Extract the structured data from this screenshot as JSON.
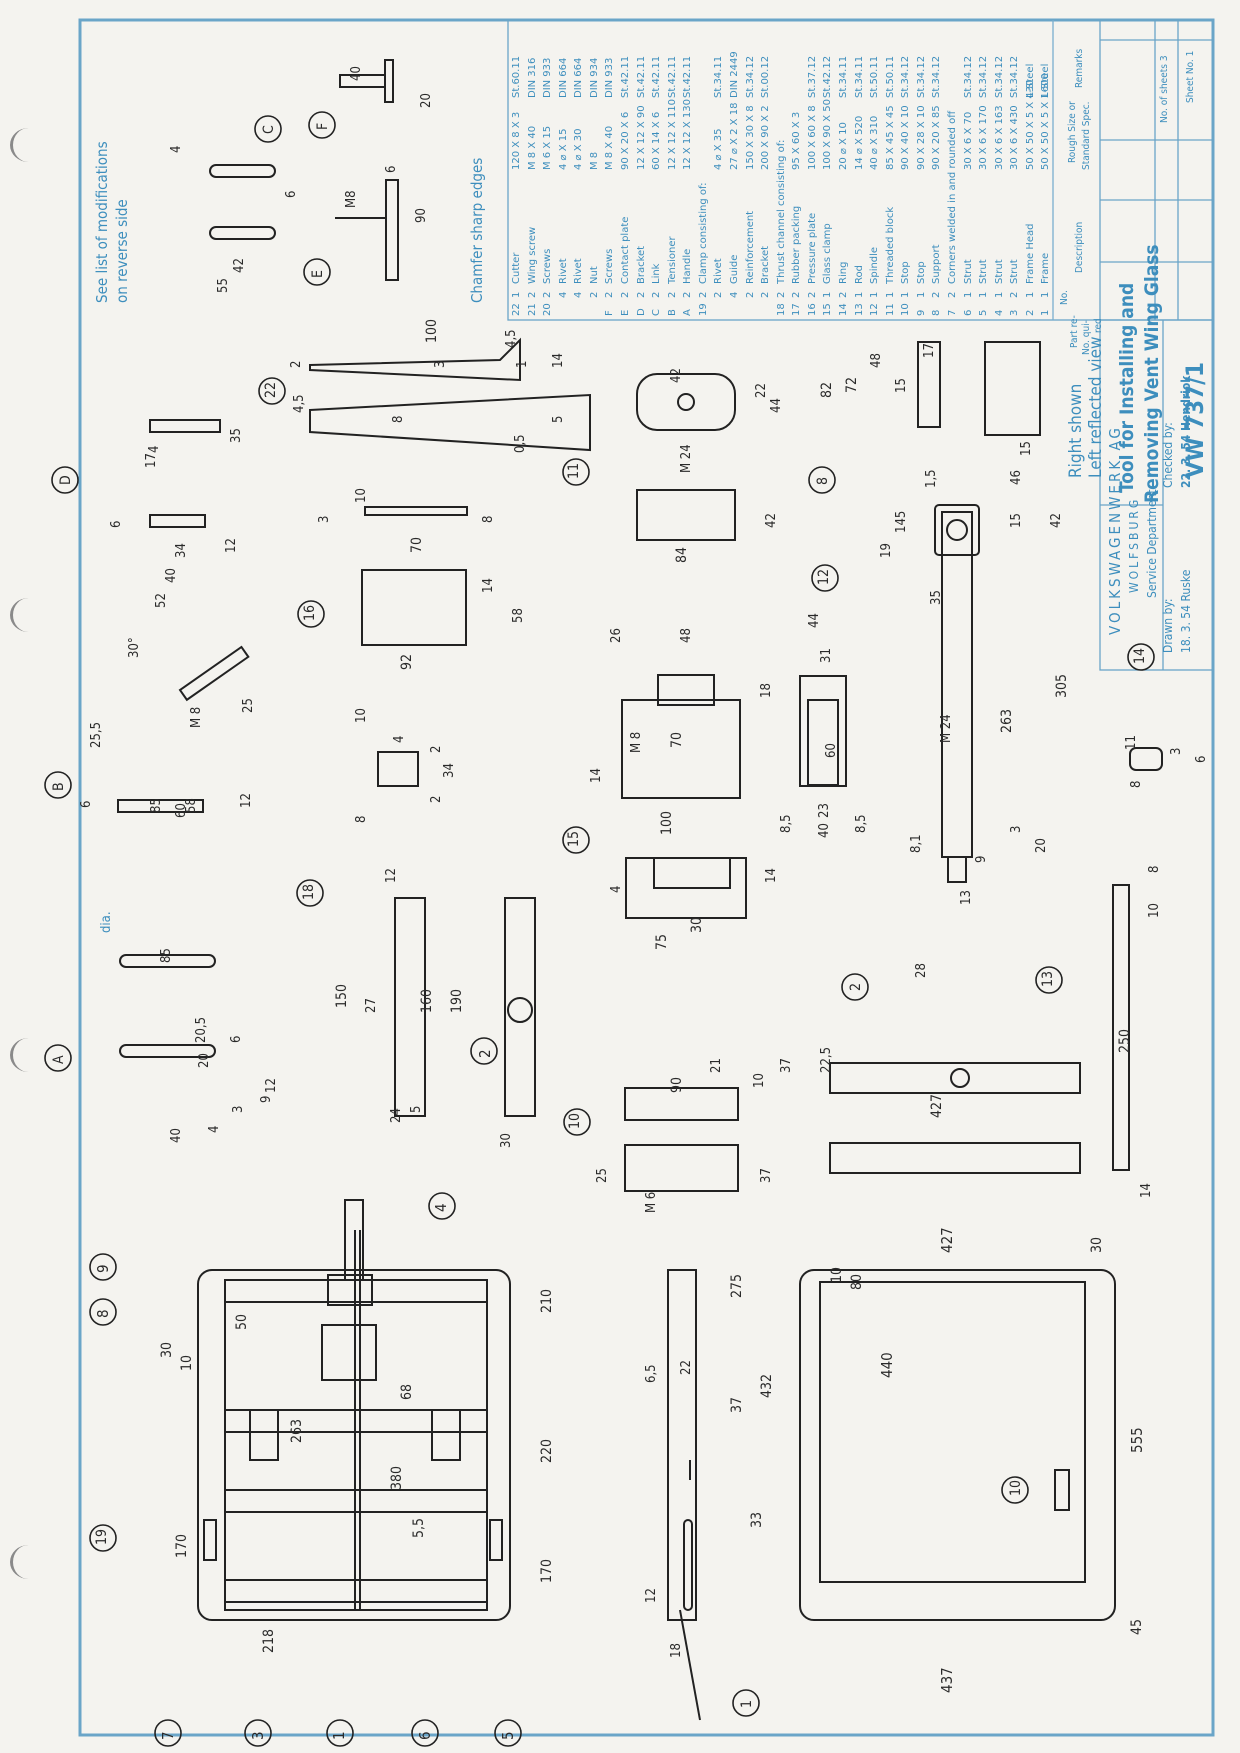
{
  "title": {
    "line1": "Tool for Installing and",
    "line2": "Removing Vent Wing Glass",
    "number": "VW 737/1",
    "sheets": "No. of sheets 3",
    "sheet_no": "Sheet No. 1"
  },
  "company": {
    "name": "VOLKSWAGENWERK AG",
    "city": "WOLFSBURG",
    "dept": "Service Department",
    "drawn_label": "Drawn by:",
    "drawn_value": "18. 3. 54 Ruske",
    "checked_label": "Checked by:",
    "checked_value": "22. 3. 54 Hendriok"
  },
  "view_note": {
    "line1": "Right shown",
    "line2": "Left reflected view"
  },
  "notes": {
    "modifications_1": "See list of modifications",
    "modifications_2": "on reverse side",
    "chamfer": "Chamfer sharp edges"
  },
  "parts_header": {
    "no": "No.",
    "part": "Part re-",
    "quant": "No. qui-",
    "red": "red",
    "desc": "Description",
    "size": "Rough Size or",
    "spec": "Standard Spec.",
    "remarks": "Remarks"
  },
  "parts": [
    {
      "no": "22",
      "qty": "1",
      "desc": "Cutter",
      "size": "120 X 8 X 3",
      "spec": "St.60.11"
    },
    {
      "no": "21",
      "qty": "2",
      "desc": "Wing screw",
      "size": "M 8 X 40",
      "spec": "DIN 316"
    },
    {
      "no": "20",
      "qty": "2",
      "desc": "Screws",
      "size": "M 6 X 15",
      "spec": "DIN 933"
    },
    {
      "no": "",
      "qty": "4",
      "desc": "Rivet",
      "size": "4 ⌀ X 15",
      "spec": "DIN 664"
    },
    {
      "no": "",
      "qty": "4",
      "desc": "Rivet",
      "size": "4 ⌀ X 30",
      "spec": "DIN 664"
    },
    {
      "no": "",
      "qty": "2",
      "desc": "Nut",
      "size": "M 8",
      "spec": "DIN 934"
    },
    {
      "no": "F",
      "qty": "2",
      "desc": "Screws",
      "size": "M 8 X 40",
      "spec": "DIN 933"
    },
    {
      "no": "E",
      "qty": "2",
      "desc": "Contact plate",
      "size": "90 X 20 X 6",
      "spec": "St.42.11"
    },
    {
      "no": "D",
      "qty": "2",
      "desc": "Bracket",
      "size": "12 X 12 X 90",
      "spec": "St.42.11"
    },
    {
      "no": "C",
      "qty": "2",
      "desc": "Link",
      "size": "60 X 14 X 6",
      "spec": "St.42.11"
    },
    {
      "no": "B",
      "qty": "2",
      "desc": "Tensioner",
      "size": "12 X 12 X 110",
      "spec": "St.42.11"
    },
    {
      "no": "A",
      "qty": "2",
      "desc": "Handle",
      "size": "12 X 12 X 130",
      "spec": "St.42.11"
    },
    {
      "no": "19",
      "qty": "2",
      "desc": "Clamp consisting of:",
      "size": "",
      "spec": ""
    },
    {
      "no": "",
      "qty": "2",
      "desc": "Rivet",
      "size": "4 ⌀ X 35",
      "spec": "St.34.11"
    },
    {
      "no": "",
      "qty": "4",
      "desc": "Guide",
      "size": "27 ⌀ X 2 X 18",
      "spec": "DIN 2449"
    },
    {
      "no": "",
      "qty": "2",
      "desc": "Reinforcement",
      "size": "150 X 30 X 8",
      "spec": "St.34.12"
    },
    {
      "no": "",
      "qty": "2",
      "desc": "Bracket",
      "size": "200 X 90 X 2",
      "spec": "St.00.12"
    },
    {
      "no": "18",
      "qty": "2",
      "desc": "Thrust channel consisting of:",
      "size": "",
      "spec": ""
    },
    {
      "no": "17",
      "qty": "2",
      "desc": "Rubber packing",
      "size": "95 X 60 X 3",
      "spec": ""
    },
    {
      "no": "16",
      "qty": "2",
      "desc": "Pressure plate",
      "size": "100 X 60 X 8",
      "spec": "St.37.12"
    },
    {
      "no": "15",
      "qty": "1",
      "desc": "Glass clamp",
      "size": "100 X 90 X 50",
      "spec": "St.42.12"
    },
    {
      "no": "14",
      "qty": "2",
      "desc": "Ring",
      "size": "20 ⌀ X 10",
      "spec": "St.34.11"
    },
    {
      "no": "13",
      "qty": "1",
      "desc": "Rod",
      "size": "14 ⌀ X 520",
      "spec": "St.34.11"
    },
    {
      "no": "12",
      "qty": "1",
      "desc": "Spindle",
      "size": "40 ⌀ X 310",
      "spec": "St.50.11"
    },
    {
      "no": "11",
      "qty": "1",
      "desc": "Threaded block",
      "size": "85 X 45 X 45",
      "spec": "St.50.11"
    },
    {
      "no": "10",
      "qty": "1",
      "desc": "Stop",
      "size": "90 X 40 X 10",
      "spec": "St.34.12"
    },
    {
      "no": "9",
      "qty": "1",
      "desc": "Stop",
      "size": "90 X 28 X 10",
      "spec": "St.34.12"
    },
    {
      "no": "8",
      "qty": "2",
      "desc": "Support",
      "size": "90 X 20 X 85",
      "spec": "St.34.12"
    },
    {
      "no": "7",
      "qty": "2",
      "desc": "Corners welded in and rounded off",
      "size": "",
      "spec": ""
    },
    {
      "no": "6",
      "qty": "1",
      "desc": "Strut",
      "size": "30 X 6 X 70",
      "spec": "St.34.12"
    },
    {
      "no": "5",
      "qty": "1",
      "desc": "Strut",
      "size": "30 X 6 X 170",
      "spec": "St.34.12"
    },
    {
      "no": "4",
      "qty": "1",
      "desc": "Strut",
      "size": "30 X 6 X 163",
      "spec": "St.34.12"
    },
    {
      "no": "3",
      "qty": "2",
      "desc": "Strut",
      "size": "30 X 6 X 430",
      "spec": "St.34.12"
    },
    {
      "no": "2",
      "qty": "1",
      "desc": "Frame Head",
      "size": "50 X 50 X 5 X 430",
      "spec": "L-Steel"
    },
    {
      "no": "1",
      "qty": "1",
      "desc": "Frame",
      "size": "50 X 50 X 5 X 1600",
      "spec": "L-Steel"
    }
  ],
  "balloons": [
    "1",
    "2",
    "3",
    "4",
    "5",
    "6",
    "7",
    "8",
    "9",
    "10",
    "11",
    "12",
    "13",
    "14",
    "15",
    "16",
    "18",
    "19",
    "22",
    "A",
    "B",
    "C",
    "D",
    "E",
    "F"
  ],
  "dimensions": {
    "frame_width": "555",
    "frame_height": "427",
    "frame_bottom": "437",
    "frame_inner": "440",
    "frame_d1": "210",
    "frame_d2": "220",
    "frame_d3": "170",
    "frame_d4": "170",
    "frame_d5": "218",
    "frame_d6": "263",
    "frame_d7": "380",
    "frame_d8": "50",
    "frame_d9": "68",
    "frame_d10": "30",
    "frame_d11": "10",
    "frame_d12": "5,5",
    "frame_d13": "45",
    "frame_d14": "80",
    "frame_d15": "10",
    "frame_d16": "30",
    "rail_d1": "275",
    "rail_d2": "37",
    "rail_d3": "33",
    "rail_d4": "432",
    "rail_d5": "22",
    "rail_d6": "6,5",
    "rail_d7": "12",
    "rail_d8": "18",
    "spindle_len": "305",
    "spindle_thread": "263",
    "spindle_m": "M 24",
    "spindle_dia": "35",
    "spindle_head": "145",
    "spindle_19": "19",
    "spindle_42": "42",
    "spindle_15": "15",
    "spindle_20": "20",
    "spindle_13": "13",
    "spindle_9": "9",
    "spindle_3": "3",
    "spindle_81": "8,1",
    "rod_len": "250",
    "rod_10": "10",
    "rod_8": "8",
    "rod_14": "14",
    "ring_11": "11",
    "ring_8": "8",
    "ring_3": "3",
    "ring_6": "6",
    "clamp_100": "100",
    "clamp_70": "70",
    "clamp_48": "48",
    "clamp_26": "26",
    "clamp_18": "18",
    "clamp_14": "14",
    "clamp_m8": "M 8",
    "clamp_60": "60",
    "clamp_44": "44",
    "clamp_31": "31",
    "clamp_40": "40",
    "clamp_23": "23",
    "clamp_85a": "8,5",
    "clamp_85b": "8,5",
    "glass_75": "75",
    "glass_30": "30",
    "glass_14": "14",
    "glass_4": "4",
    "stop_90": "90",
    "stop_37": "37",
    "stop_21": "21",
    "stop_25": "25",
    "stop_10": "10",
    "stop_37b": "37",
    "stop_m6": "M 6",
    "head_427": "427",
    "head_28": "28",
    "head_225": "22,5",
    "blk_84": "84",
    "blk_42": "42",
    "blk_m24": "M 24",
    "blk_22": "22",
    "blk_44": "44",
    "blk_42b": "42",
    "sup_82": "82",
    "sup_72": "72",
    "sup_48": "48",
    "sup_17": "17",
    "sup_15": "15",
    "sup_46": "46",
    "sup_15b": "15",
    "sup_15c": "1,5",
    "plate_92": "92",
    "plate_70": "70",
    "plate_58": "58",
    "plate_14": "14",
    "plate_8": "8",
    "plate_3": "3",
    "plate_10": "10",
    "chan_190": "190",
    "chan_160": "160",
    "chan_150": "150",
    "chan_27": "27",
    "chan_12": "12",
    "chan_24": "24",
    "chan_30": "30",
    "chan_5": "5",
    "cut_100": "100",
    "cut_45": "4,5",
    "cut_14": "14",
    "cut_5": "5",
    "cut_3": "3",
    "cut_2": "2",
    "cut_1": "1",
    "cut_8": "8",
    "cut_05": "0,5",
    "cut_45b": "4,5",
    "ang_30": "30°",
    "a_40": "40",
    "a_20": "20",
    "a_205": "20,5",
    "a_85": "85",
    "a_12": "12",
    "a_6": "6",
    "a_4": "4",
    "a_3": "3",
    "a_9": "9",
    "b_85": "85",
    "b_58": "58",
    "b_60": "60",
    "b_12": "12",
    "b_6": "6",
    "b_25": "25",
    "b_255": "25,5",
    "b_m8": "M 8",
    "d_52": "52",
    "d_40": "40",
    "d_34": "34",
    "d_12": "12",
    "d_6": "6",
    "d_35": "35",
    "d_17": "17",
    "d_4": "4",
    "c_55": "55",
    "c_42": "42",
    "c_6": "6",
    "c_4": "4",
    "e_90": "90",
    "e_m8": "M8",
    "e_6": "6",
    "f_40": "40",
    "f_20": "20",
    "clip_34": "34",
    "clip_4": "4",
    "clip_10": "10",
    "clip_8": "8",
    "clip_2a": "2",
    "clip_2b": "2",
    "dia": "dia."
  }
}
